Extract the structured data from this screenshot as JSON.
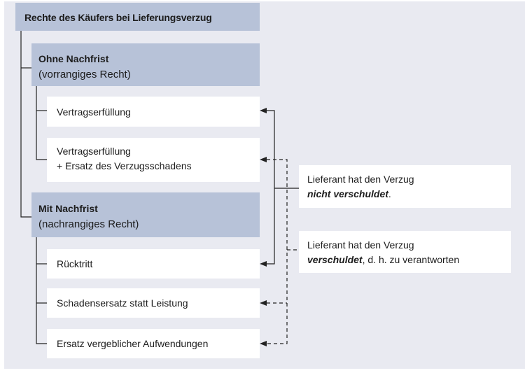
{
  "title": "Rechte des Käufers bei Lieferungsverzug",
  "group1": {
    "name": "Ohne Nachfrist",
    "note": "(vorrangiges Recht)"
  },
  "group1_items": [
    {
      "line1": "Vertragserfüllung"
    },
    {
      "line1": "Vertragserfüllung",
      "line2": "+ Ersatz des Verzugsschadens"
    }
  ],
  "group2": {
    "name": "Mit Nachfrist",
    "note": "(nachrangiges Recht)"
  },
  "group2_items": [
    {
      "line1": "Rücktritt"
    },
    {
      "line1": "Schadensersatz statt Leistung"
    },
    {
      "line1": "Ersatz vergeblicher Aufwendungen"
    }
  ],
  "conditions": [
    {
      "line1": "Lieferant hat den Verzug",
      "emph": "nicht verschuldet",
      "rest": "."
    },
    {
      "line1": "Lieferant hat den Verzug",
      "emph": "verschuldet",
      "rest": ", d. h. zu verantworten"
    }
  ]
}
